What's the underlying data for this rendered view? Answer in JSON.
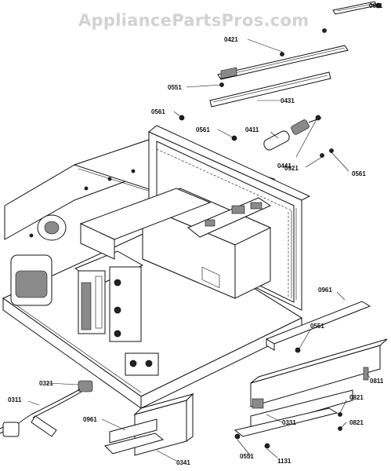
{
  "watermark": "AppliancePartsPros.com",
  "labels": {
    "p0611": "0611",
    "p0421": "0421",
    "p0551_top": "0551",
    "p0431": "0431",
    "p0561_a": "0561",
    "p0561_b": "0561",
    "p0411": "0411",
    "p0441": "0441",
    "p0921": "0921",
    "p0561_c": "0561",
    "p0961_right": "0961",
    "p0551_mid": "0551",
    "p0321": "0321",
    "p0311": "0311",
    "p0811": "0811",
    "p0821_a": "0821",
    "p0821_b": "0821",
    "p0331": "0331",
    "p0961_left": "0961",
    "p0551_bot": "0551",
    "p1131": "1131",
    "p0341": "0341"
  }
}
